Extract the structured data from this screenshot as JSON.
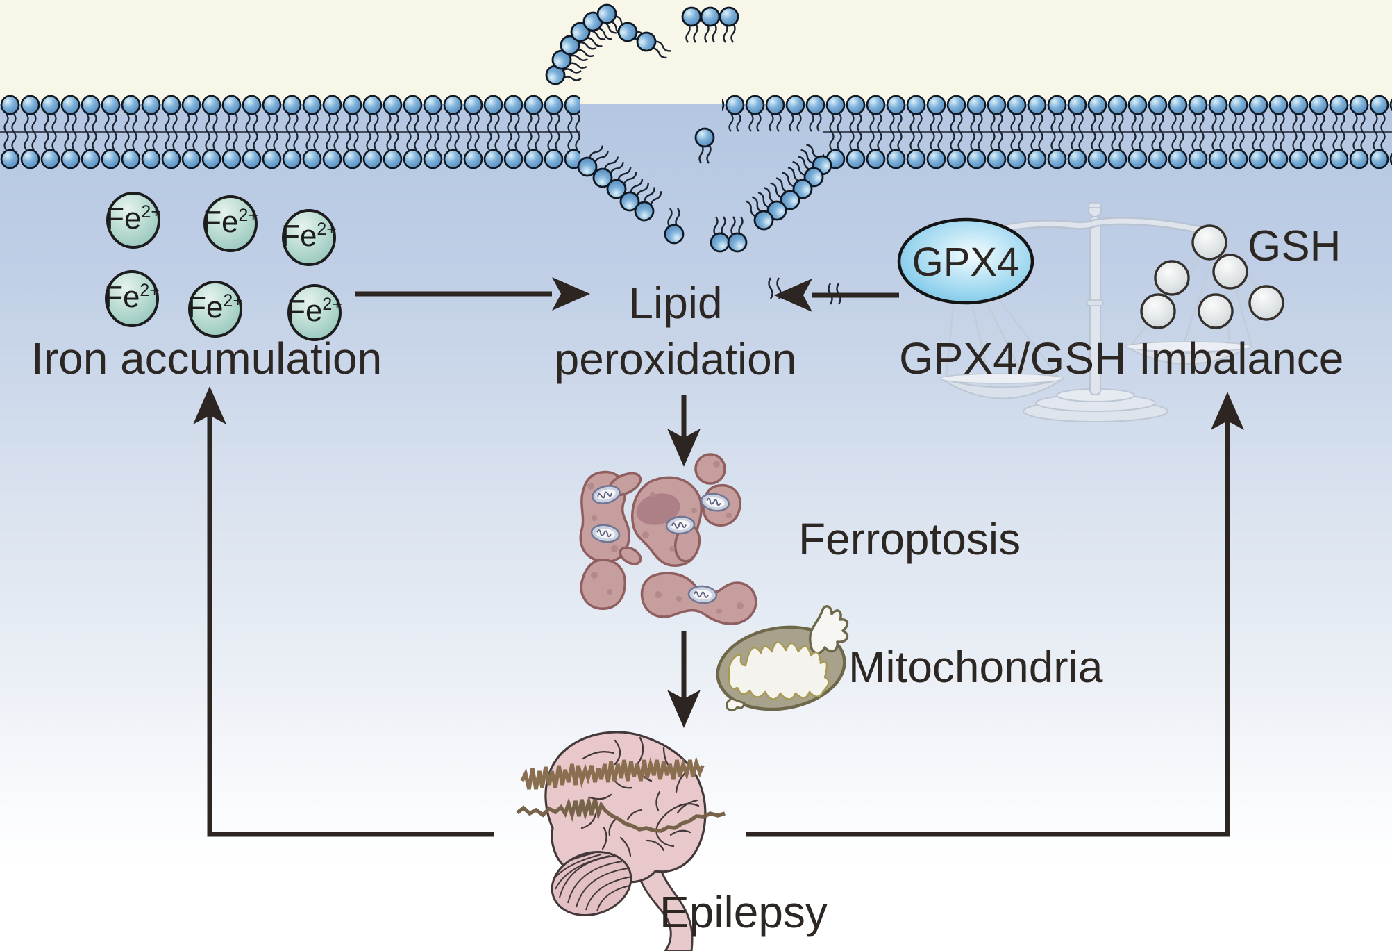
{
  "diagram": {
    "labels": {
      "iron_accumulation": "Iron accumulation",
      "lipid_line1": "Lipid",
      "lipid_line2": "peroxidation",
      "gpx4": "GPX4",
      "gsh": "GSH",
      "gpx4_gsh_imbalance": "GPX4/GSH Imbalance",
      "ferroptosis": "Ferroptosis",
      "mitochondria": "Mitochondria",
      "epilepsy": "Epilepsy"
    },
    "ion": {
      "symbol": "Fe",
      "charge": "2+"
    },
    "colors": {
      "extracellular_bg": "#f8f5e9",
      "cytoplasm_top": "#b4c6e1",
      "cytoplasm_bottom": "#ffffff",
      "membrane_head": "#7fb2da",
      "ion_fill": "#b4d8cf",
      "gpx4_fill": "#8fd0ec",
      "gsh_sphere": "#dde2e3",
      "balance": "#dce3ec",
      "cell_fill": "#c79e9e",
      "cell_outline": "#8f5f5f",
      "mitochondrion_fill": "#a8a28c",
      "brain_fill": "#e8c8cb",
      "eeg_line": "#8a6e50",
      "arrow": "#2d2521",
      "text": "#2d2723"
    }
  }
}
